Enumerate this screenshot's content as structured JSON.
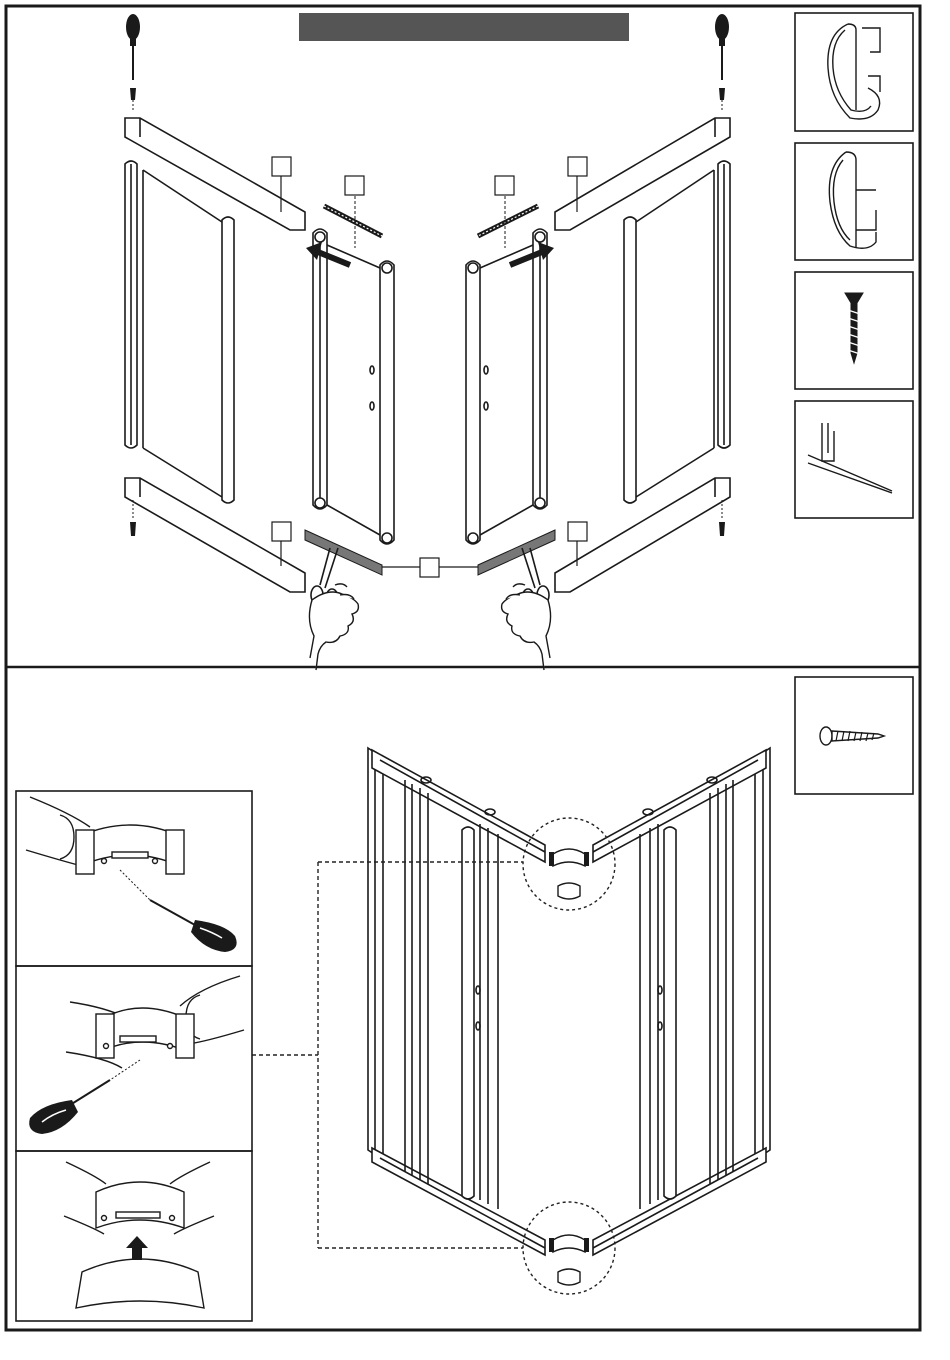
{
  "page": {
    "header_banner": {
      "color": "#555555",
      "text": ""
    },
    "colors": {
      "line": "#1a1a1a",
      "banner": "#555555",
      "gasket": "#777777",
      "dotted": "#222222"
    }
  },
  "step1": {
    "part_boxes": [
      "",
      "",
      "",
      "",
      "",
      ""
    ],
    "parts_legend": [
      {
        "icon": "magnetic-seal-profile-icon"
      },
      {
        "icon": "seal-profile-icon"
      },
      {
        "icon": "countersunk-screw-icon"
      },
      {
        "icon": "water-deflector-profile-icon"
      }
    ],
    "tools": [
      "screwdriver-icon",
      "scissors-icon",
      "hand-icon"
    ]
  },
  "step2": {
    "parts_legend": [
      {
        "icon": "pan-head-screw-icon"
      }
    ],
    "detail_panels": [
      {
        "name": "detail-unscrew-corner-left",
        "icon": "screwdriver-icon"
      },
      {
        "name": "detail-unscrew-corner-right",
        "icon": "screwdriver-icon"
      },
      {
        "name": "detail-fit-corner-cap",
        "icon": "arrow-up-icon"
      }
    ]
  }
}
